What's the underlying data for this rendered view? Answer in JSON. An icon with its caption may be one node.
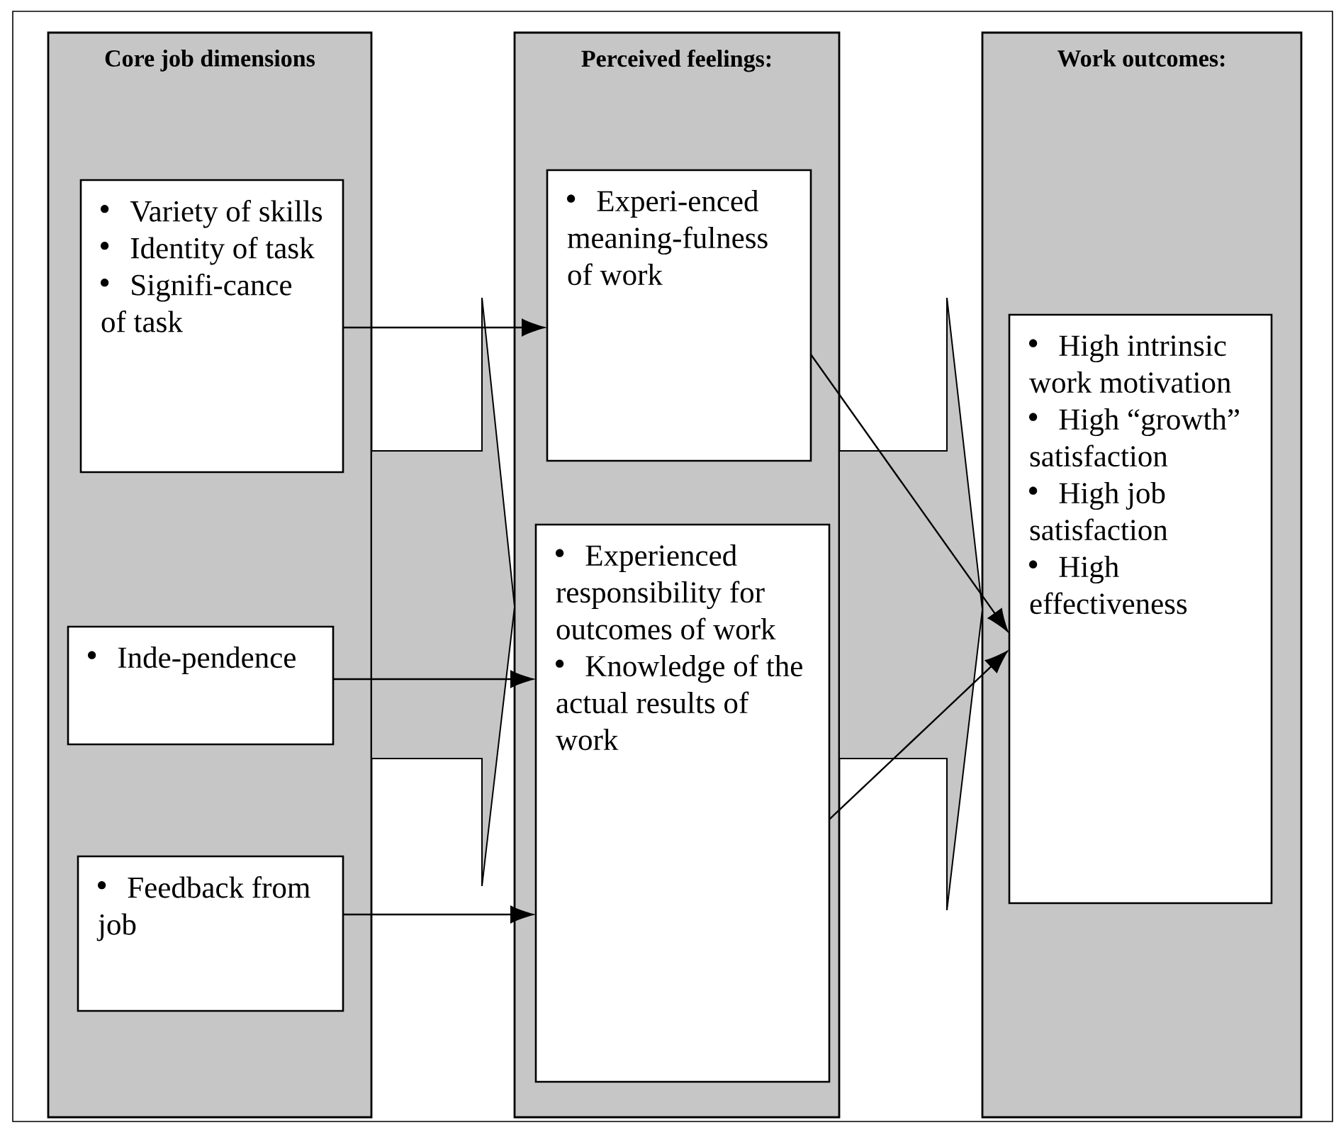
{
  "diagram": {
    "nodes": [
      {
        "text": [
          "Core job dimensions"
        ]
      },
      {
        "text": [
          "Variety of skills",
          "Identity of task",
          "Signifi-cance of task"
        ],
        "in": 0
      },
      {
        "text": [
          "Inde-pendence"
        ],
        "in": 0
      },
      {
        "text": [
          "Feedback from job"
        ],
        "in": 0
      },
      {
        "text": [
          "Perceived feelings:"
        ]
      },
      {
        "text": [
          "Experi-enced meaning-fulness of work"
        ],
        "in": 4
      },
      {
        "text": [
          "Experienced responsibility for outcomes of work",
          "Knowledge of the actual results of work"
        ],
        "in": 4
      },
      {
        "text": [
          "Work outcomes:"
        ]
      },
      {
        "text": [
          "High intrinsic work motivation",
          "High “growth” satisfaction",
          "High job satisfaction",
          "High effectiveness"
        ],
        "in": 7
      }
    ],
    "edges": [
      {
        "from": 0,
        "to": 4,
        "arrow": "to",
        "style": "thick"
      },
      {
        "from": 4,
        "to": 7,
        "arrow": "to",
        "style": "thick"
      },
      {
        "from": 1,
        "to": 5,
        "arrow": "to"
      },
      {
        "from": 2,
        "to": 6,
        "arrow": "to"
      },
      {
        "from": 3,
        "to": 6,
        "arrow": "to"
      },
      {
        "from": 5,
        "to": 8,
        "arrow": "to"
      },
      {
        "from": 6,
        "to": 8,
        "arrow": "to"
      }
    ]
  }
}
